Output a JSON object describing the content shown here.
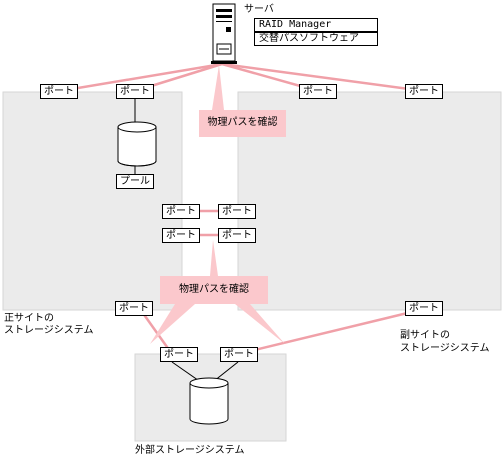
{
  "server": {
    "label": "サーバ",
    "software": [
      "RAID Manager",
      "交替パスソフトウェア"
    ]
  },
  "port_label": "ポート",
  "pool_label": "プール",
  "callouts": [
    "物理パスを確認",
    "物理パスを確認"
  ],
  "systems": {
    "primary": [
      "正サイトの",
      "ストレージシステム"
    ],
    "secondary": [
      "副サイトの",
      "ストレージシステム"
    ],
    "external": "外部ストレージシステム"
  },
  "colors": {
    "path_line": "#f0a0a8",
    "callout_fill": "#fbc8cc",
    "storage_fill": "#ebebeb",
    "storage_border": "#d6d6d6"
  }
}
